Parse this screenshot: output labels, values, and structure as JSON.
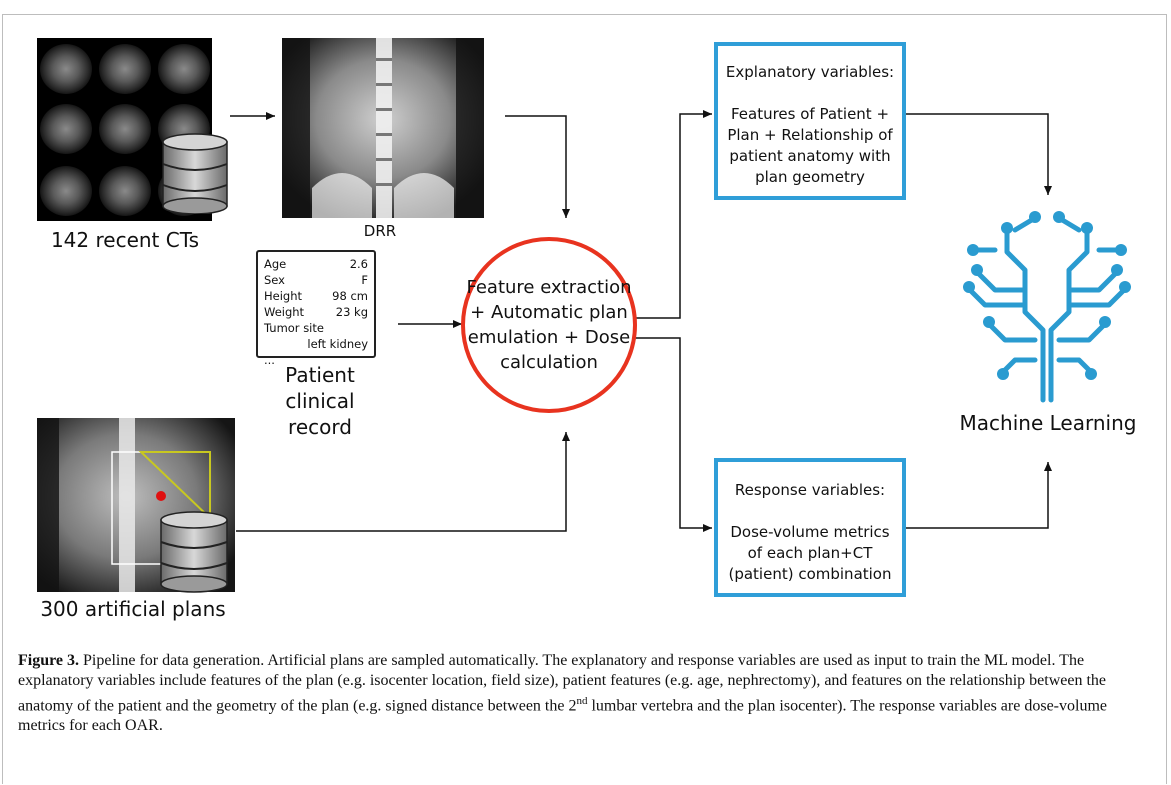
{
  "labels": {
    "cts": "142 recent CTs",
    "drr": "DRR",
    "record_title": "Patient clinical record",
    "plans": "300 artificial plans",
    "feature": "Feature extraction + Automatic plan emulation + Dose calculation",
    "ml": "Machine Learning"
  },
  "record": {
    "age_k": "Age",
    "age_v": "2.6",
    "sex_k": "Sex",
    "sex_v": "F",
    "height_k": "Height",
    "height_v": "98 cm",
    "weight_k": "Weight",
    "weight_v": "23 kg",
    "tumor_k": "Tumor site",
    "tumor_v": "left kidney",
    "more": "..."
  },
  "explanatory": {
    "title": "Explanatory variables:",
    "body": "Features of Patient + Plan + Relationship of patient anatomy with plan geometry"
  },
  "response": {
    "title": "Response variables:",
    "body": "Dose-volume metrics of each plan+CT (patient) combination"
  },
  "caption": {
    "label": "Figure 3.",
    "text_1": " Pipeline for data generation. Artificial plans are sampled automatically. The explanatory and response variables are used as input to train the ML model. The explanatory variables include features of the plan (e.g. isocenter location, field size), patient features (e.g. age, nephrectomy), and features on the relationship between the anatomy of the patient and the geometry of the plan (e.g. signed distance between the 2",
    "sup": "nd",
    "text_2": " lumbar vertebra and the plan isocenter). The response variables are dose-volume metrics for each OAR."
  },
  "colors": {
    "box_border": "#2f9ed8",
    "circle": "#e8331f",
    "brain": "#2a9bd0",
    "plan_marker": "#e01010",
    "field_outline": "#c8c820"
  },
  "icons": [
    "database-icon",
    "brain-circuit-icon"
  ]
}
